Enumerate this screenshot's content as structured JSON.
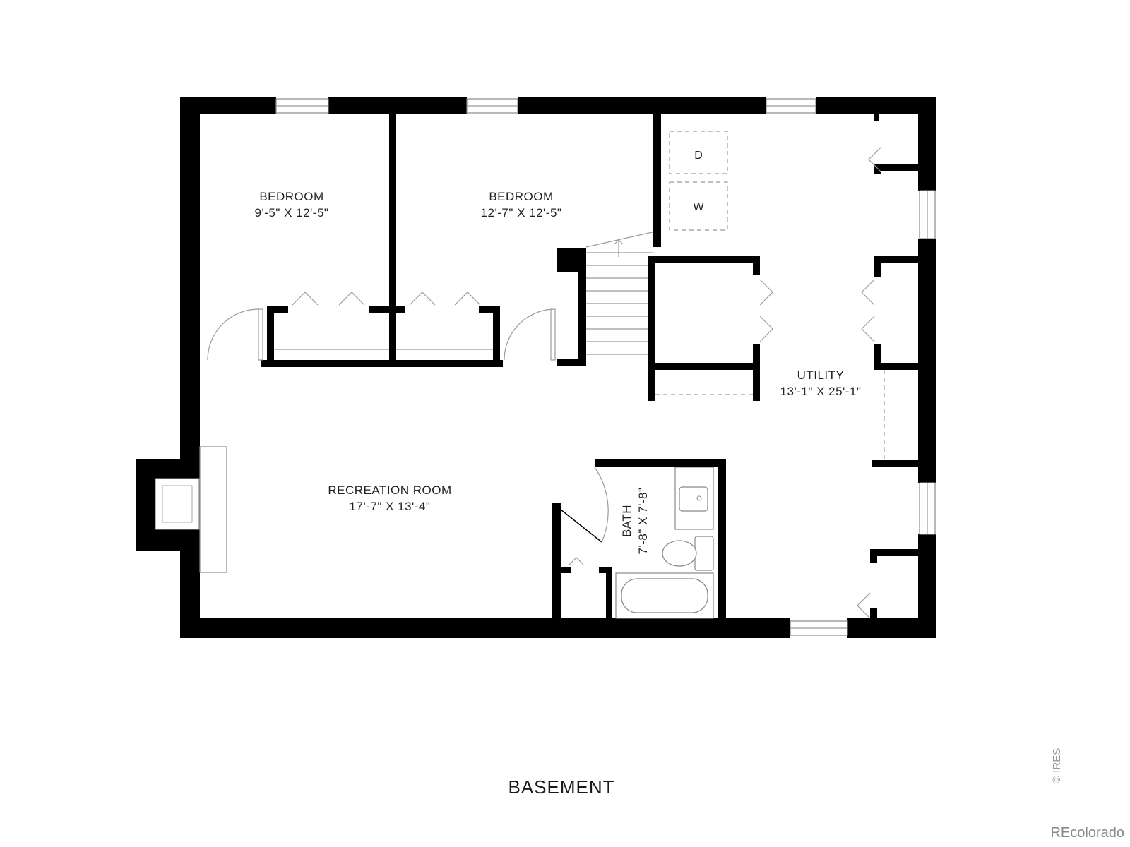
{
  "rooms": {
    "bedroom_1": {
      "name": "BEDROOM",
      "size": "9'-5\" X 12'-5\""
    },
    "bedroom_2": {
      "name": "BEDROOM",
      "size": "12'-7\" X 12'-5\""
    },
    "utility": {
      "name": "UTILITY",
      "size": "13'-1\" X 25'-1\""
    },
    "recreation": {
      "name": "RECREATION ROOM",
      "size": "17'-7\" X 13'-4\""
    },
    "bath": {
      "name": "BATH",
      "size": "7'-8\" X 7'-8\""
    }
  },
  "appliances": {
    "dryer": "D",
    "washer": "W"
  },
  "floor_title": "BASEMENT",
  "credit": "REcolorado",
  "watermark": "© IRES"
}
